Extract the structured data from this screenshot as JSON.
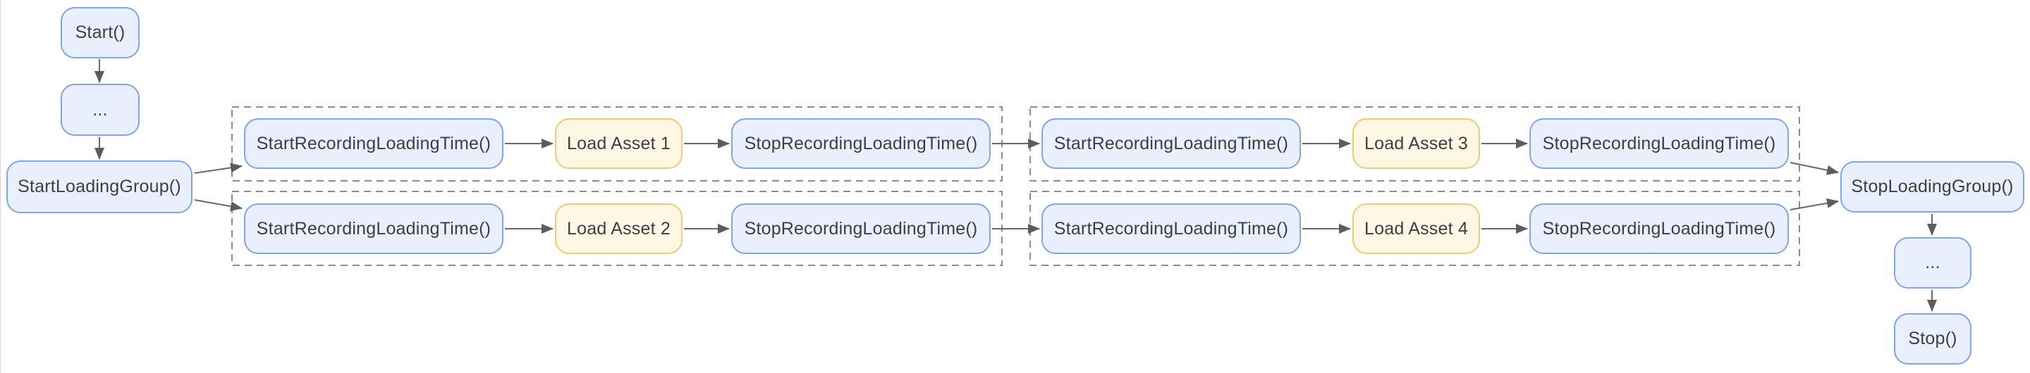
{
  "diagram": {
    "type": "flowchart",
    "background": "#ffffff",
    "colors": {
      "process_fill": "#e9effc",
      "process_border": "#7ea6ec",
      "load_fill": "#fdf7e3",
      "load_border": "#edcd6e",
      "arrow": "#5f6368",
      "group_outline": "#8d8d8d",
      "text": "#3c4043"
    },
    "nodes": {
      "start": {
        "label": "Start()",
        "type": "process"
      },
      "ellipsis_top": {
        "label": "...",
        "type": "process"
      },
      "start_loading_group": {
        "label": "StartLoadingGroup()",
        "type": "process"
      },
      "start_recording_1": {
        "label": "StartRecordingLoadingTime()",
        "type": "process"
      },
      "load_asset_1": {
        "label": "Load Asset 1",
        "type": "load"
      },
      "stop_recording_1": {
        "label": "StopRecordingLoadingTime()",
        "type": "process"
      },
      "start_recording_2": {
        "label": "StartRecordingLoadingTime()",
        "type": "process"
      },
      "load_asset_2": {
        "label": "Load Asset 2",
        "type": "load"
      },
      "stop_recording_2": {
        "label": "StopRecordingLoadingTime()",
        "type": "process"
      },
      "start_recording_3": {
        "label": "StartRecordingLoadingTime()",
        "type": "process"
      },
      "load_asset_3": {
        "label": "Load Asset 3",
        "type": "load"
      },
      "stop_recording_3": {
        "label": "StopRecordingLoadingTime()",
        "type": "process"
      },
      "start_recording_4": {
        "label": "StartRecordingLoadingTime()",
        "type": "process"
      },
      "load_asset_4": {
        "label": "Load Asset 4",
        "type": "load"
      },
      "stop_recording_4": {
        "label": "StopRecordingLoadingTime()",
        "type": "process"
      },
      "stop_loading_group": {
        "label": "StopLoadingGroup()",
        "type": "process"
      },
      "ellipsis_bottom": {
        "label": "...",
        "type": "process"
      },
      "stop": {
        "label": "Stop()",
        "type": "process"
      }
    },
    "edges": [
      {
        "from": "start",
        "to": "ellipsis_top"
      },
      {
        "from": "ellipsis_top",
        "to": "start_loading_group"
      },
      {
        "from": "start_loading_group",
        "to": "start_recording_1"
      },
      {
        "from": "start_loading_group",
        "to": "start_recording_2"
      },
      {
        "from": "start_recording_1",
        "to": "load_asset_1"
      },
      {
        "from": "load_asset_1",
        "to": "stop_recording_1"
      },
      {
        "from": "stop_recording_1",
        "to": "start_recording_3"
      },
      {
        "from": "start_recording_3",
        "to": "load_asset_3"
      },
      {
        "from": "load_asset_3",
        "to": "stop_recording_3"
      },
      {
        "from": "stop_recording_3",
        "to": "stop_loading_group"
      },
      {
        "from": "start_recording_2",
        "to": "load_asset_2"
      },
      {
        "from": "load_asset_2",
        "to": "stop_recording_2"
      },
      {
        "from": "stop_recording_2",
        "to": "start_recording_4"
      },
      {
        "from": "start_recording_4",
        "to": "load_asset_4"
      },
      {
        "from": "load_asset_4",
        "to": "stop_recording_4"
      },
      {
        "from": "stop_recording_4",
        "to": "stop_loading_group"
      },
      {
        "from": "stop_loading_group",
        "to": "ellipsis_bottom"
      },
      {
        "from": "ellipsis_bottom",
        "to": "stop"
      }
    ]
  }
}
